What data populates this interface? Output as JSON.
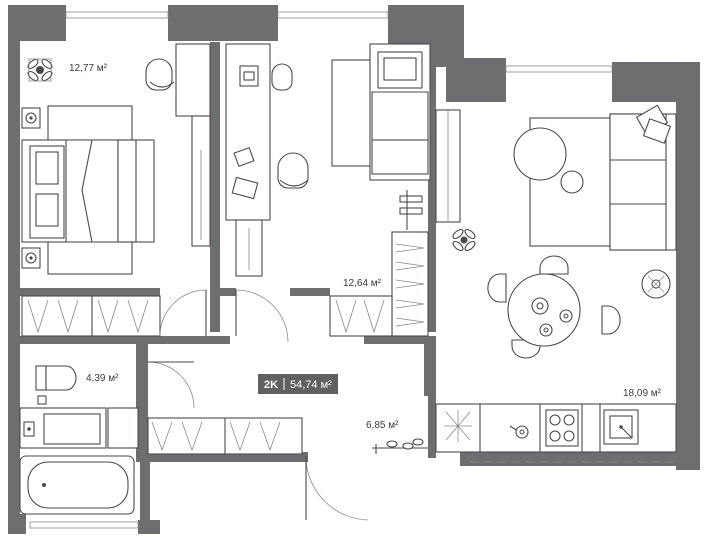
{
  "plan": {
    "apartment_type": "2K",
    "total_area": "54,74 м²",
    "rooms": [
      {
        "id": "bedroom",
        "area": "12,77 м²"
      },
      {
        "id": "study",
        "area": "12,64 м²"
      },
      {
        "id": "bathroom",
        "area": "4,39 м²"
      },
      {
        "id": "hallway",
        "area": "6,85 м²"
      },
      {
        "id": "living-kitchen",
        "area": "18,09 м²"
      }
    ]
  },
  "colors": {
    "wall": "#6d6e70",
    "line": "#4a4a4a",
    "badge": "#5f6062",
    "background": "#ffffff"
  }
}
